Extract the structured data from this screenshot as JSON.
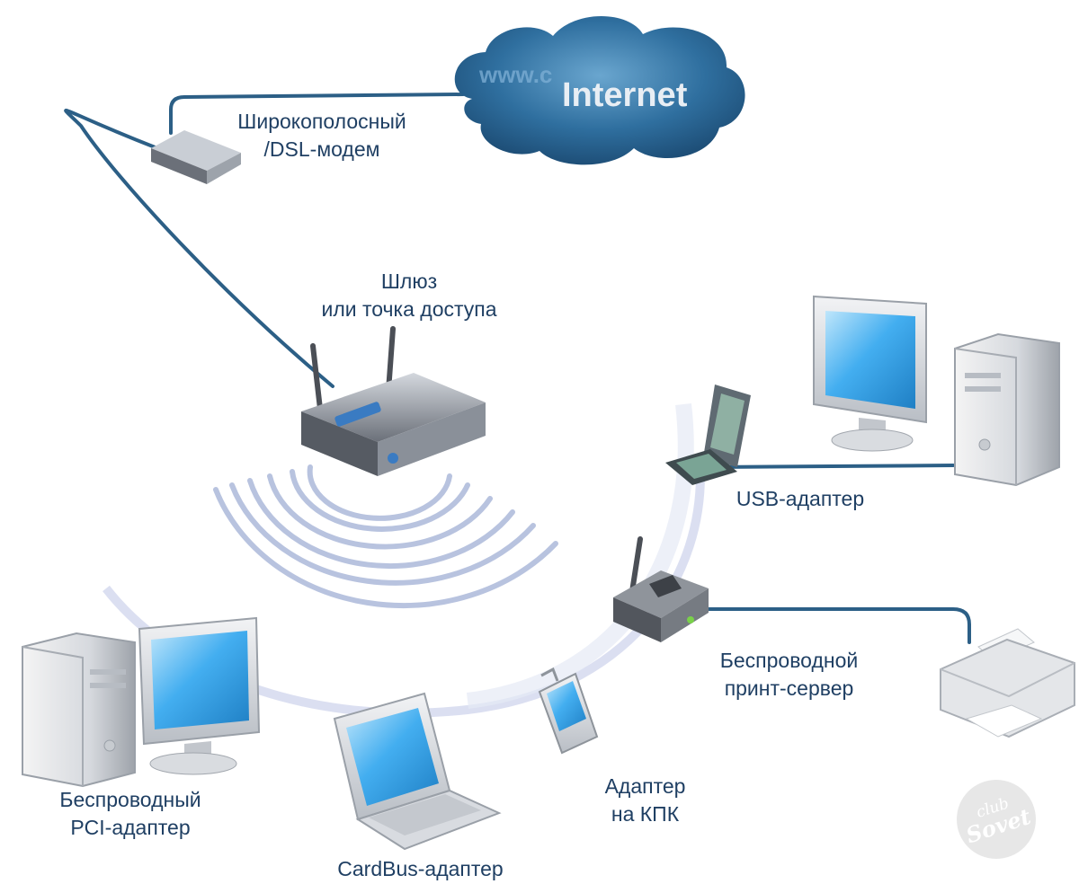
{
  "internet": {
    "prefix": "www.c",
    "title": "Internet"
  },
  "modem": {
    "line1": "Широкополосный",
    "line2": "/DSL-модем"
  },
  "gateway": {
    "line1": "Шлюз",
    "line2": "или точка доступа"
  },
  "usb_adapter": {
    "label": "USB-адаптер"
  },
  "print_server": {
    "line1": "Беспроводной",
    "line2": "принт-сервер"
  },
  "pda_adapter": {
    "line1": "Адаптер",
    "line2": "на КПК"
  },
  "pci_adapter": {
    "line1": "Беспроводный",
    "line2": "PCI-адаптер"
  },
  "cardbus_adapter": {
    "label": "CardBus-адаптер"
  },
  "watermark": {
    "text": "club Sovet"
  },
  "colors": {
    "label": "#1f3f63",
    "cable": "#2c5f86",
    "cloud": "#2f6f9f",
    "screen": "#3ea3e0",
    "waves": "#b8c3df"
  }
}
